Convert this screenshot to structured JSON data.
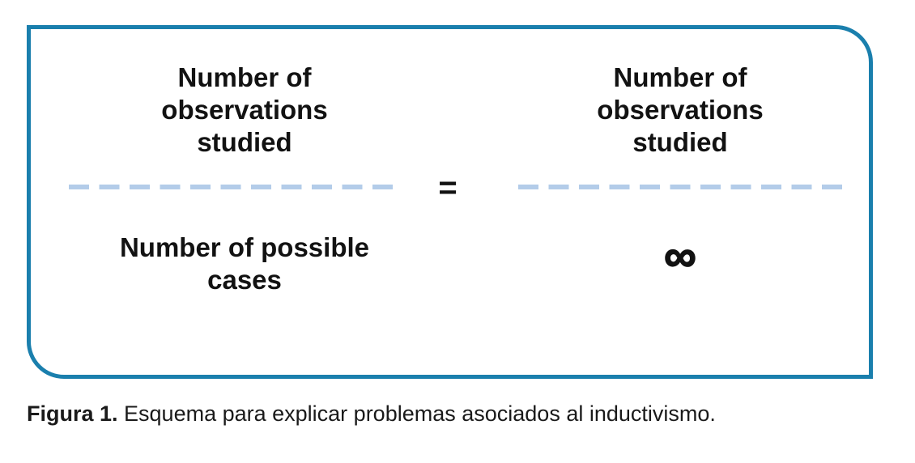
{
  "figure": {
    "equation": {
      "left_fraction": {
        "numerator_lines": [
          "Number of",
          "observations",
          "studied"
        ],
        "denominator_lines": [
          "Number of possible",
          "cases"
        ]
      },
      "equals": "=",
      "right_fraction": {
        "numerator_lines": [
          "Number of",
          "observations",
          "studied"
        ],
        "denominator_symbol": "∞"
      }
    },
    "caption": {
      "label": "Figura 1.",
      "text": " Esquema para explicar problemas asociados al inductivismo."
    },
    "colors": {
      "box_border": "#1a7fad",
      "fraction_bar_dash": "#b3cce9",
      "text": "#121212"
    }
  }
}
